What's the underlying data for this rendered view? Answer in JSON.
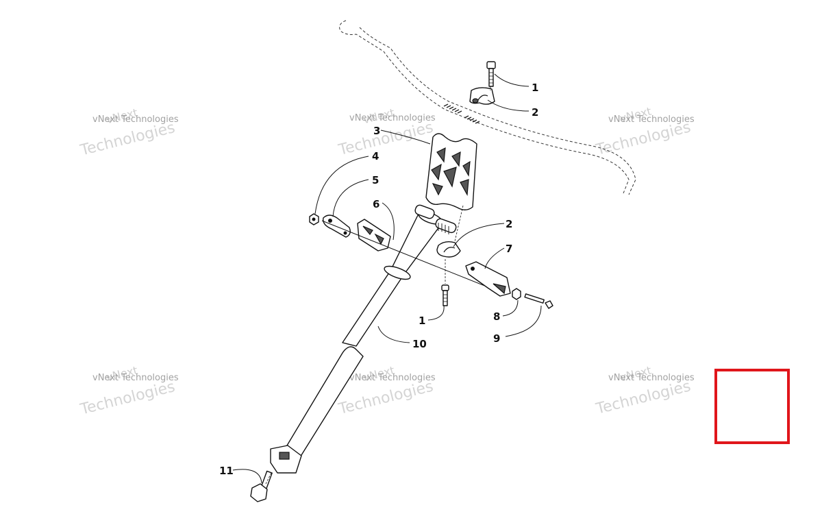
{
  "watermark": {
    "line1": "vNext Technologies",
    "line2": "Technologies",
    "line3": "vNext"
  },
  "callouts": {
    "c1_top": "1",
    "c2_top": "2",
    "c3": "3",
    "c4": "4",
    "c5": "5",
    "c6": "6",
    "c2_mid": "2",
    "c7": "7",
    "c1_bottom": "1",
    "c8": "8",
    "c9": "9",
    "c10": "10",
    "c11": "11"
  },
  "colors": {
    "line": "#111111",
    "watermark": "#9a9a9a",
    "highlight_box": "#e0161b"
  }
}
